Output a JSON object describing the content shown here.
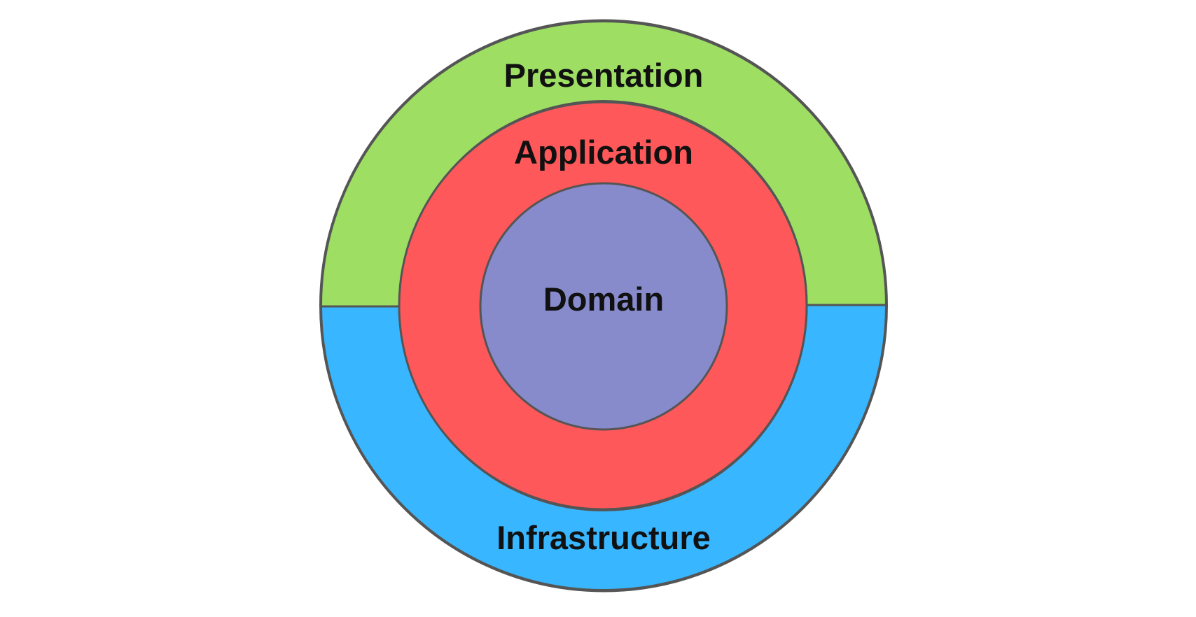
{
  "diagram": {
    "layers": {
      "presentation": {
        "label": "Presentation",
        "color": "#9DDE63"
      },
      "infrastructure": {
        "label": "Infrastructure",
        "color": "#38B6FF"
      },
      "application": {
        "label": "Application",
        "color": "#FF585A"
      },
      "domain": {
        "label": "Domain",
        "color": "#878BCB"
      }
    },
    "outline_color": "#555555"
  }
}
